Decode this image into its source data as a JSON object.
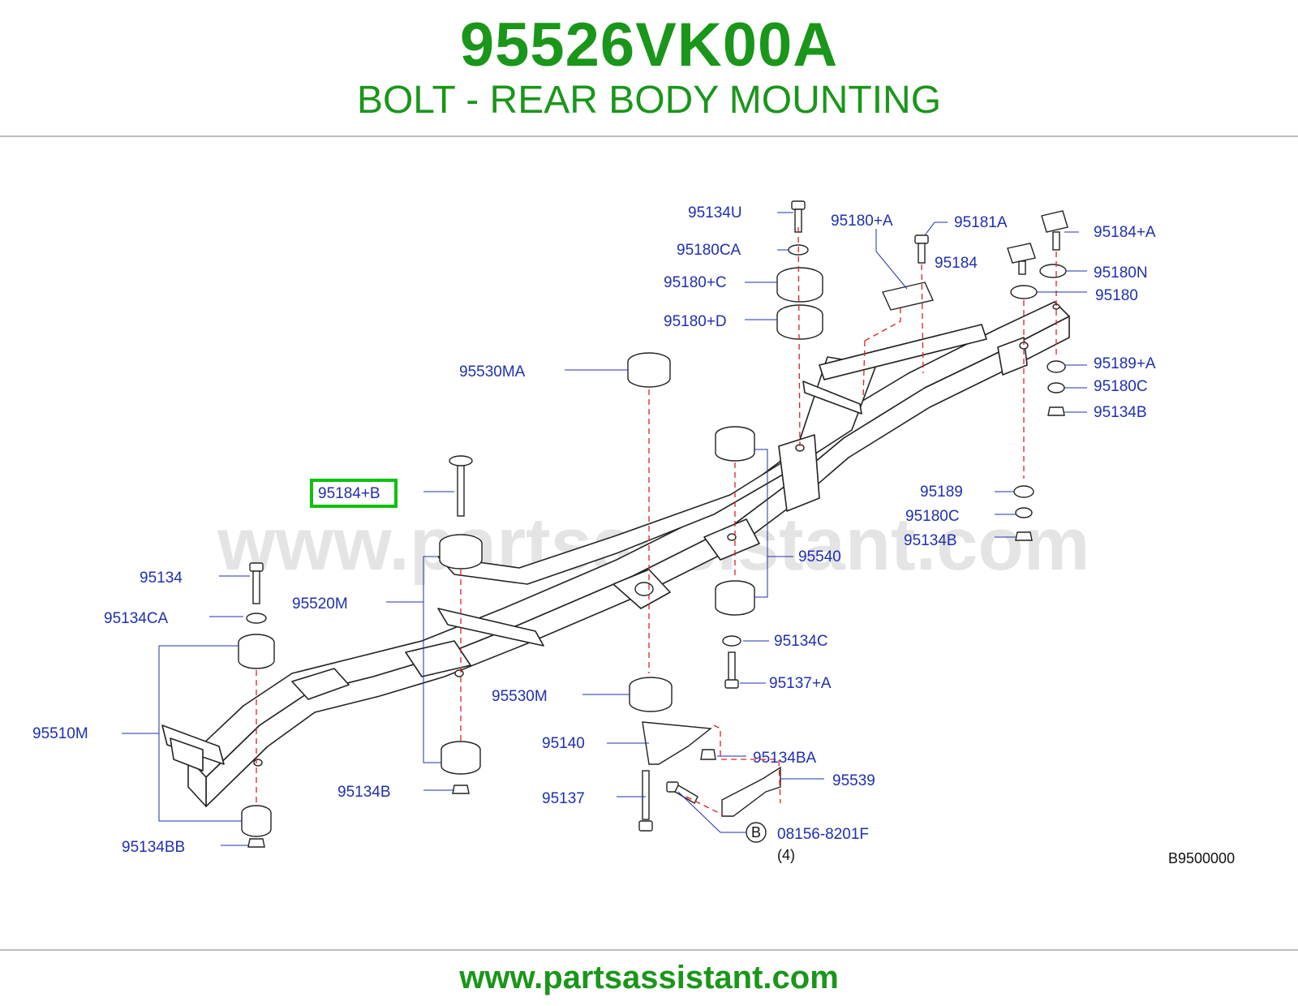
{
  "header": {
    "part_number": "95526VK00A",
    "description": "BOLT - REAR BODY MOUNTING"
  },
  "diagram": {
    "watermark": "www.partsassistant.com",
    "highlighted_part": "95184+B",
    "callout_letter": "B",
    "quantity_note": "(4)",
    "figure_code": "B9500000",
    "labels": {
      "l95134U": "95134U",
      "l95180CA": "95180CA",
      "l95180pC": "95180+C",
      "l95180pD": "95180+D",
      "l95180pA": "95180+A",
      "l95181A": "95181A",
      "l95184": "95184",
      "l95184pA": "95184+A",
      "l95180N": "95180N",
      "l95180": "95180",
      "l95189pA": "95189+A",
      "l95180C_r": "95180C",
      "l95134B_r": "95134B",
      "l95530MA": "95530MA",
      "l95184pB": "95184+B",
      "l95189": "95189",
      "l95180C_m": "95180C",
      "l95134B_m": "95134B",
      "l95540": "95540",
      "l95134": "95134",
      "l95520M": "95520M",
      "l95134CA": "95134CA",
      "l95134C": "95134C",
      "l95137pA": "95137+A",
      "l95510M": "95510M",
      "l95530M": "95530M",
      "l95140": "95140",
      "l95134BA": "95134BA",
      "l95539": "95539",
      "l95134B_l": "95134B",
      "l95137": "95137",
      "l08156": "08156-8201F",
      "l95134BB": "95134BB"
    }
  },
  "footer": {
    "url": "www.partsassistant.com"
  },
  "colors": {
    "brand_green": "#1a961a",
    "label_blue": "#1f2fb0",
    "highlight": "#10c010",
    "dash_red": "#e02020"
  }
}
